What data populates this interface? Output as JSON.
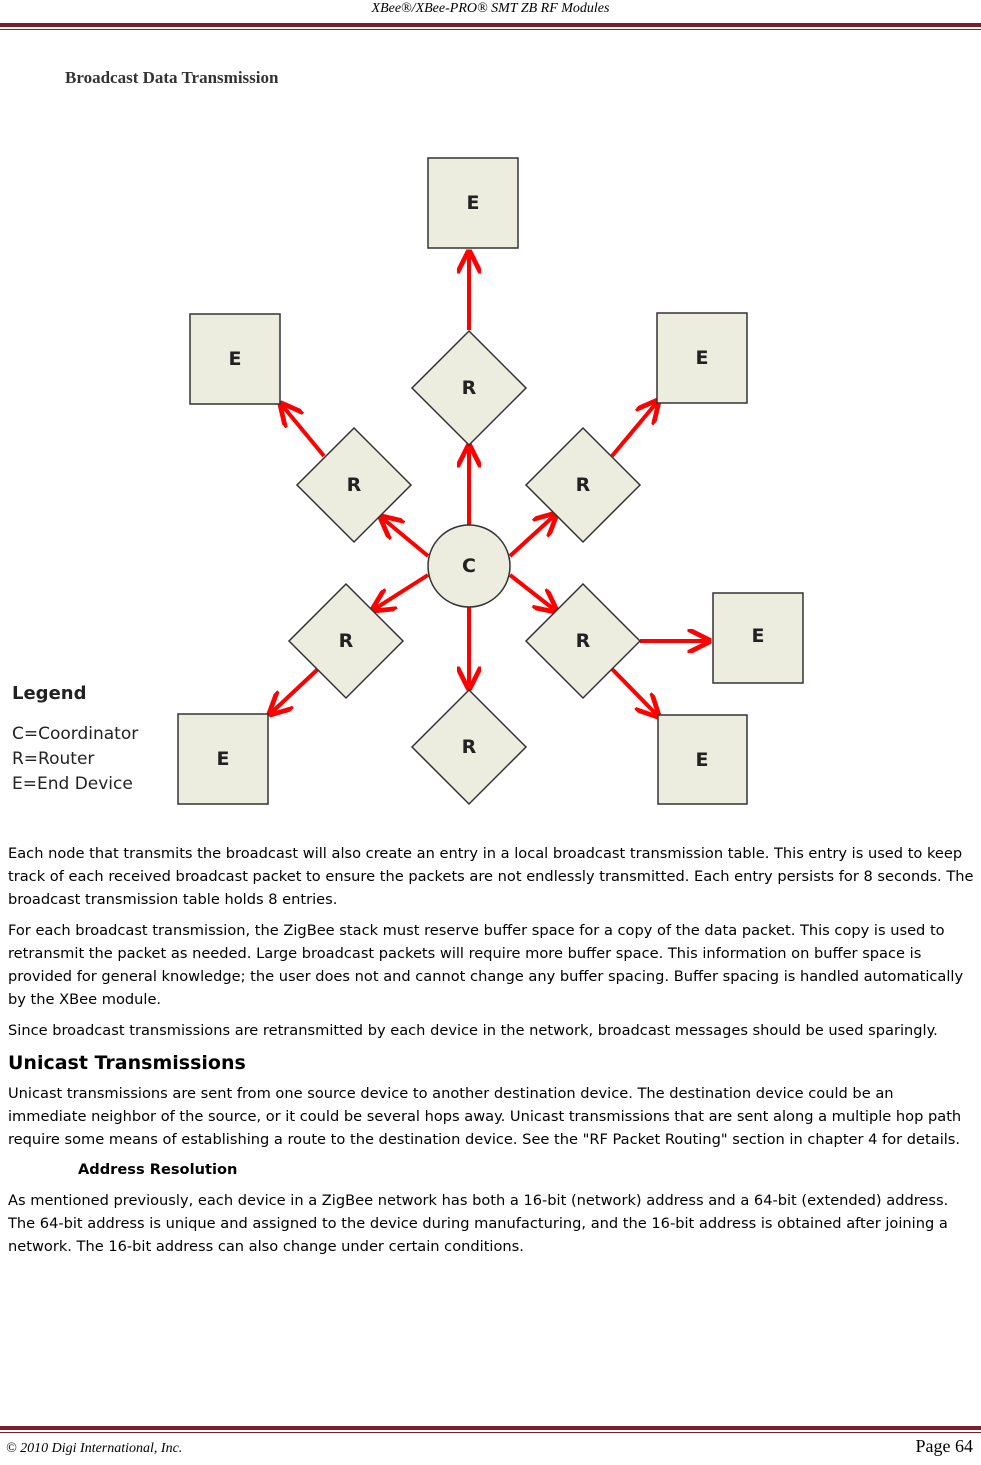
{
  "header": {
    "title": "XBee®/XBee‐PRO® SMT ZB RF Modules"
  },
  "figure": {
    "title": "Broadcast Data Transmission",
    "node_labels": {
      "coordinator": "C",
      "router": "R",
      "end_device": "E"
    },
    "colors": {
      "arrow": "#ff0000",
      "node_fill": "#ececdf",
      "node_stroke": "#333333"
    },
    "legend": {
      "heading": "Legend",
      "items": [
        "C=Coordinator",
        "R=Router",
        "E=End Device"
      ]
    }
  },
  "body": {
    "paragraphs_1": [
      "Each node that transmits the broadcast will also create an entry in a local broadcast transmission table. This entry is used to keep track of each received broadcast packet to ensure the packets are not endlessly transmitted. Each entry persists for 8 seconds. The broadcast transmission table holds 8 entries.",
      "For each broadcast transmission, the ZigBee stack must reserve buffer space for a copy of the data packet. This copy is used to retransmit the packet as needed. Large broadcast packets will require more buffer space. This information on buffer space is provided for general knowledge; the user does not and cannot change any buffer spacing. Buffer spacing is handled automatically by the XBee module.",
      "Since broadcast transmissions are retransmitted by each device in the network, broadcast messages should be used sparingly."
    ],
    "heading_unicast": "Unicast Transmissions",
    "paragraph_unicast": "Unicast transmissions are sent from one source device to another destination device. The destination device could be an immediate neighbor of the source, or it could be several hops away. Unicast transmissions that are sent along a multiple hop path require some means of establishing a route to the destination device. See the \"RF Packet Routing\" section in chapter 4 for details.",
    "heading_address": "Address Resolution",
    "paragraph_address": "As mentioned previously, each device in a ZigBee network has both a 16‐bit (network) address and a 64‐bit (extended) address. The 64‐bit address is unique and assigned to the device during manufacturing, and the 16‐bit address is obtained after joining a network. The 16‐bit address can also change under certain conditions."
  },
  "footer": {
    "copyright": "© 2010 Digi International, Inc.",
    "page": "Page 64"
  }
}
